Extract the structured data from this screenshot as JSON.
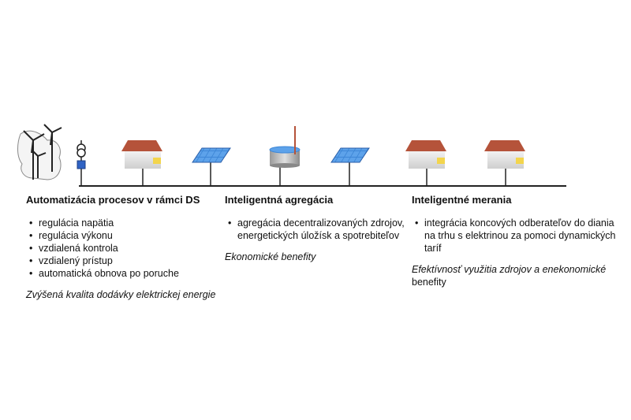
{
  "columns": [
    {
      "title": "Automatizácia procesov v rámci DS",
      "items": [
        "regulácia napätia",
        "regulácia výkonu",
        "vzdialená kontrola",
        "vzdialený prístup",
        "automatická obnova po poruche"
      ],
      "note": "Zvýšená kvalita dodávky elektrickej energie"
    },
    {
      "title": "Inteligentná agregácia",
      "items": [
        "agregácia decentralizovaných zdrojov, energetických úložísk a spotrebiteľov"
      ],
      "note": "Ekonomické benefity"
    },
    {
      "title": "Inteligentné merania",
      "items": [
        "integrácia koncových odberateľov do diania na trhu s elektrinou za pomoci dynamických taríf"
      ],
      "note_italic": "Efektívnosť využitia zdrojov a enekonomické",
      "note_plain": "benefity"
    }
  ],
  "icons": [
    "wind-turbines-icon",
    "transformer-icon",
    "house-icon",
    "solar-panel-icon",
    "storage-tank-icon",
    "solar-panel-icon",
    "house-icon",
    "house-icon"
  ],
  "colors": {
    "line": "#222222",
    "roof": "#b5533a",
    "wall": "#e6e6e6",
    "solar": "#3d86d6",
    "device": "#2f63c4",
    "window": "#f3d54d"
  }
}
